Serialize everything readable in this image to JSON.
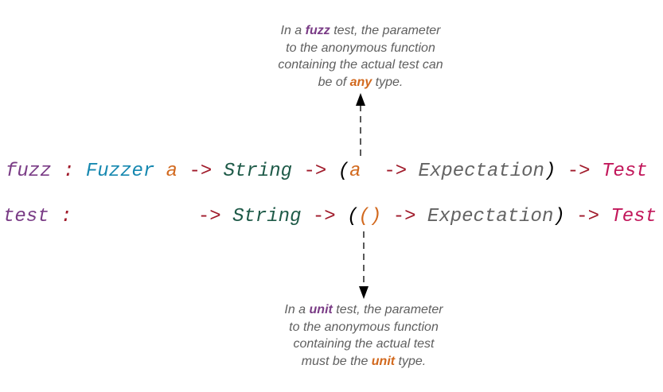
{
  "top_note": {
    "lines": [
      {
        "pre": "In a ",
        "em": "fuzz",
        "post": " test, the parameter"
      },
      {
        "pre": "to the anonymous function",
        "em": "",
        "post": ""
      },
      {
        "pre": "containing the actual test can",
        "em": "",
        "post": ""
      },
      {
        "pre": "be of ",
        "em": "any",
        "post": " type."
      }
    ]
  },
  "bottom_note": {
    "lines": [
      {
        "pre": "In a ",
        "em": "unit",
        "post": " test, the parameter"
      },
      {
        "pre": "to the anonymous function",
        "em": "",
        "post": ""
      },
      {
        "pre": "containing the actual test",
        "em": "",
        "post": ""
      },
      {
        "pre": "must be the ",
        "em": "unit",
        "post": " type."
      }
    ]
  },
  "signatures": {
    "fuzz": {
      "name": "fuzz",
      "colon": " : ",
      "fuzzer": "Fuzzer",
      "fuzzer_arg": " a",
      "arrow1": " -> ",
      "string": "String",
      "arrow2": " -> ",
      "open_paren": "(",
      "param": "a ",
      "arrow3": " -> ",
      "expectation": "Expectation",
      "close_paren": ")",
      "arrow4": " -> ",
      "result": "Test"
    },
    "test": {
      "name": "test",
      "colon": " : ",
      "spacer": "         ",
      "arrow1": " -> ",
      "string": "String",
      "arrow2": " -> ",
      "open_paren": "(",
      "param": "()",
      "arrow3": " -> ",
      "expectation": "Expectation",
      "close_paren": ")",
      "arrow4": " -> ",
      "result": "Test"
    }
  },
  "colors": {
    "keyword": "#7a3c86",
    "fuzzer": "#1688b0",
    "type_var": "#d2691e",
    "arrow": "#a01a2a",
    "string_type": "#1e5a48",
    "expectation": "#636363",
    "test_type": "#c2185b",
    "note_text": "#5f5f5f"
  }
}
